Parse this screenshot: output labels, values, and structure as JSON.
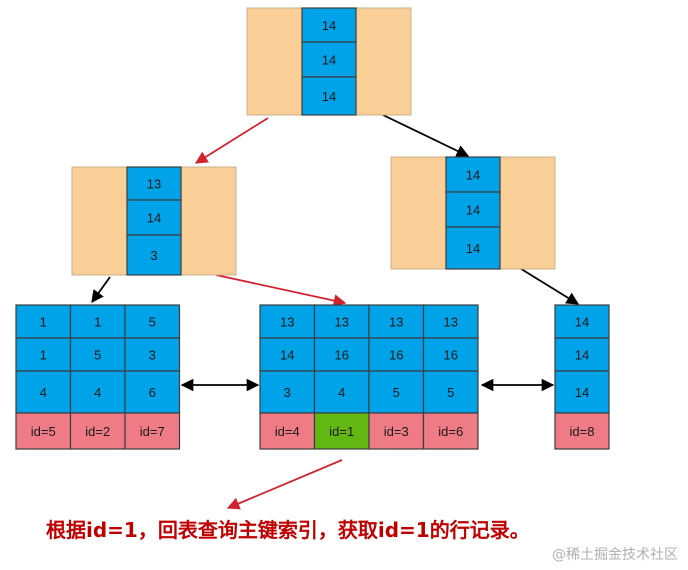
{
  "colors": {
    "index_cell": "#00a2e8",
    "pad": "#f9cf97",
    "id_cell": "#ef7b86",
    "match": "#62b811",
    "arrow_red": "#d0232f",
    "arrow_black": "#000000",
    "border": "#3d3d3d"
  },
  "nodes": {
    "root": {
      "keys": [
        "14",
        "14",
        "14"
      ]
    },
    "internal_left": {
      "keys": [
        "13",
        "14",
        "3"
      ]
    },
    "internal_right": {
      "keys": [
        "14",
        "14",
        "14"
      ]
    },
    "leaf_1": {
      "columns": [
        {
          "keys": [
            "1",
            "1",
            "4"
          ],
          "id": "id=5"
        },
        {
          "keys": [
            "1",
            "5",
            "4"
          ],
          "id": "id=2"
        },
        {
          "keys": [
            "5",
            "3",
            "6"
          ],
          "id": "id=7"
        }
      ]
    },
    "leaf_2": {
      "columns": [
        {
          "keys": [
            "13",
            "14",
            "3"
          ],
          "id": "id=4"
        },
        {
          "keys": [
            "13",
            "16",
            "4"
          ],
          "id": "id=1",
          "highlight": true
        },
        {
          "keys": [
            "13",
            "16",
            "5"
          ],
          "id": "id=3"
        },
        {
          "keys": [
            "13",
            "16",
            "5"
          ],
          "id": "id=6"
        }
      ]
    },
    "leaf_3": {
      "columns": [
        {
          "keys": [
            "14",
            "14",
            "14"
          ],
          "id": "id=8"
        }
      ]
    }
  },
  "caption": "根据id=1，回表查询主键索引，获取id=1的行记录。",
  "watermark": "@稀土掘金技术社区"
}
